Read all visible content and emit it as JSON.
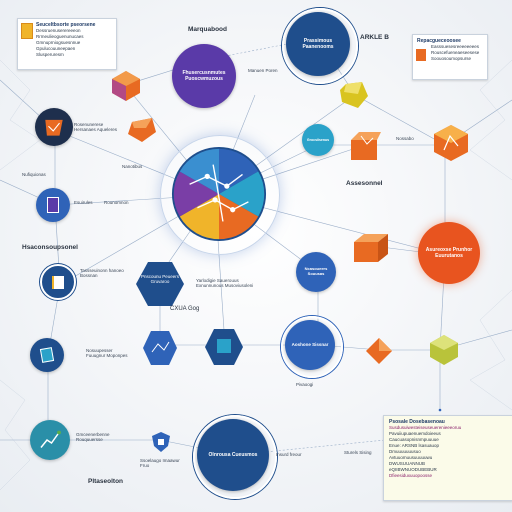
{
  "theme": {
    "navy": "#1f4e8c",
    "blue": "#2f63b8",
    "teal": "#2aa2c9",
    "orange": "#e86a22",
    "purple": "#5a3aa8",
    "olive": "#b9c33a",
    "green": "#5cb04a",
    "line": "#8aa1bf"
  },
  "hub": {
    "segments": [
      "#2f63b8",
      "#2aa2c9",
      "#e86a22",
      "#f0b42a",
      "#7a3ea6",
      "#3a8fd0"
    ]
  },
  "labels": {
    "top_left_node": "Marquabood",
    "top_center_node": "Fhusercusnmutes Puoscwmuzous",
    "top_center_caption": "Manuen Poren",
    "top_right_node": "Prassimous Paanenooms",
    "top_right_caption": "ARKLE B",
    "left_mid_caption_a": "Rosenunerese Hersanaes Aqueleres",
    "left_mid_caption_b": "Nanotibus",
    "left_mid_heading": "Nufiquionas",
    "left_mid_heading_b": "Esuirules",
    "left_mid_sub": "Rounomnon",
    "right_mid_heading": "Nossabo",
    "right_mid_caption": "Grocsiisenus",
    "right_center_label": "Assesonnel",
    "left_heading_c": "Hsaconsoupsonel",
    "left_node_c_caption": "Tassseuinonn hanoeo Bossnan",
    "center_left_node": "Pnscounu Peueers Gruvaroo",
    "center_right_node": "Ncasoueers Souusas",
    "center_mid_caption": "Yarlodigie Sauerouus Exnunnunous Musoviusoleni",
    "center_mid_heading": "CXUA Gog",
    "right_big_node": "Asureoxse Prunhor Euurutanos",
    "lower_mid_node": "Aoshone Sissnar",
    "lower_mid_caption": "Pivaoogi",
    "lower_left_caption": "Nosuupesser Fuuugnur Moponpes",
    "bottom_left_caption": "Gmceenerbenne Rouquuersse",
    "bottom_left_heading": "Pltaseolton",
    "bottom_center_node": "Olnrousa Cueusmos",
    "bottom_center_caption": "Insurd freour",
    "bottom_right_caption": "Sturels Sising",
    "bottom_mid_caption": "Ssoelaugo Imaawur Fruo"
  },
  "cards": {
    "top_left": {
      "title": "Seuceltbsorte pseorsene",
      "rows": [
        "Dessruenuserereeeon",
        "Rrmeulieoguenunucaes",
        "Gmnuprniogsuesnnue",
        "Gpulucouuneepaen",
        "Slusperuresm"
      ]
    },
    "top_right": {
      "title": "Repacgueceoosee",
      "rows": [
        "Easssuesesreeeeeeees",
        "Rouscefueneaeseesese",
        "Soouosoumopsurse"
      ]
    },
    "bottom_right": {
      "title": "Psosale Dosebasenoau",
      "rows": [
        "Susdusuiwesteiseuseuerenieeeoruu",
        "Pavuiiupuaenuemdoieeus",
        "Caucuasopnisnmpuuuue",
        "Enue: ARSNB lsasuauop",
        "Dmuuuuuuusuo",
        "Avtuuomuusuuuuuwu",
        "DWUSUUANNUB",
        "eQIIBWNUODUBEBUR",
        "Dfieesiduxuuopoosse"
      ]
    }
  }
}
